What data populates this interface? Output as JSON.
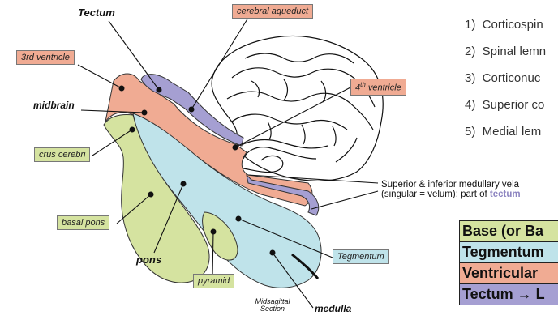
{
  "labels": {
    "tectum": "Tectum",
    "cerebral_aqueduct": "cerebral aqueduct",
    "third_ventricle": "3rd ventricle",
    "fourth_ventricle_num": "4",
    "fourth_ventricle_sup": "th",
    "fourth_ventricle_word": " ventricle",
    "midbrain": "midbrain",
    "crus_cerebri": "crus cerebri",
    "basal_pons": "basal pons",
    "pons": "pons",
    "pyramid": "pyramid",
    "tegmentum": "Tegmentum",
    "medulla": "medulla",
    "section_line1": "Midsagittal",
    "section_line2": "Section"
  },
  "vela_note": {
    "line1": "Superior & inferior medullary vela",
    "line2_prefix": "(singular = velum); part of ",
    "line2_tectum": "tectum"
  },
  "tract_list": [
    "1)  Corticospin",
    "2)  Spinal lemn",
    "3)  Corticonuc",
    "4)  Superior co",
    "5)  Medial lem"
  ],
  "legend": [
    {
      "label": "Base (or Ba",
      "color": "#d5e3a0"
    },
    {
      "label": "Tegmentum",
      "color": "#bfe3ea"
    },
    {
      "label": "Ventricular",
      "color": "#f0ab93"
    },
    {
      "label": "Tectum → L",
      "color": "#a59fd2"
    }
  ],
  "colors": {
    "base_green": "#d5e3a0",
    "tegmentum_blue": "#bfe3ea",
    "ventricular_salmon": "#f0ab93",
    "tectum_purple": "#a59fd2"
  }
}
